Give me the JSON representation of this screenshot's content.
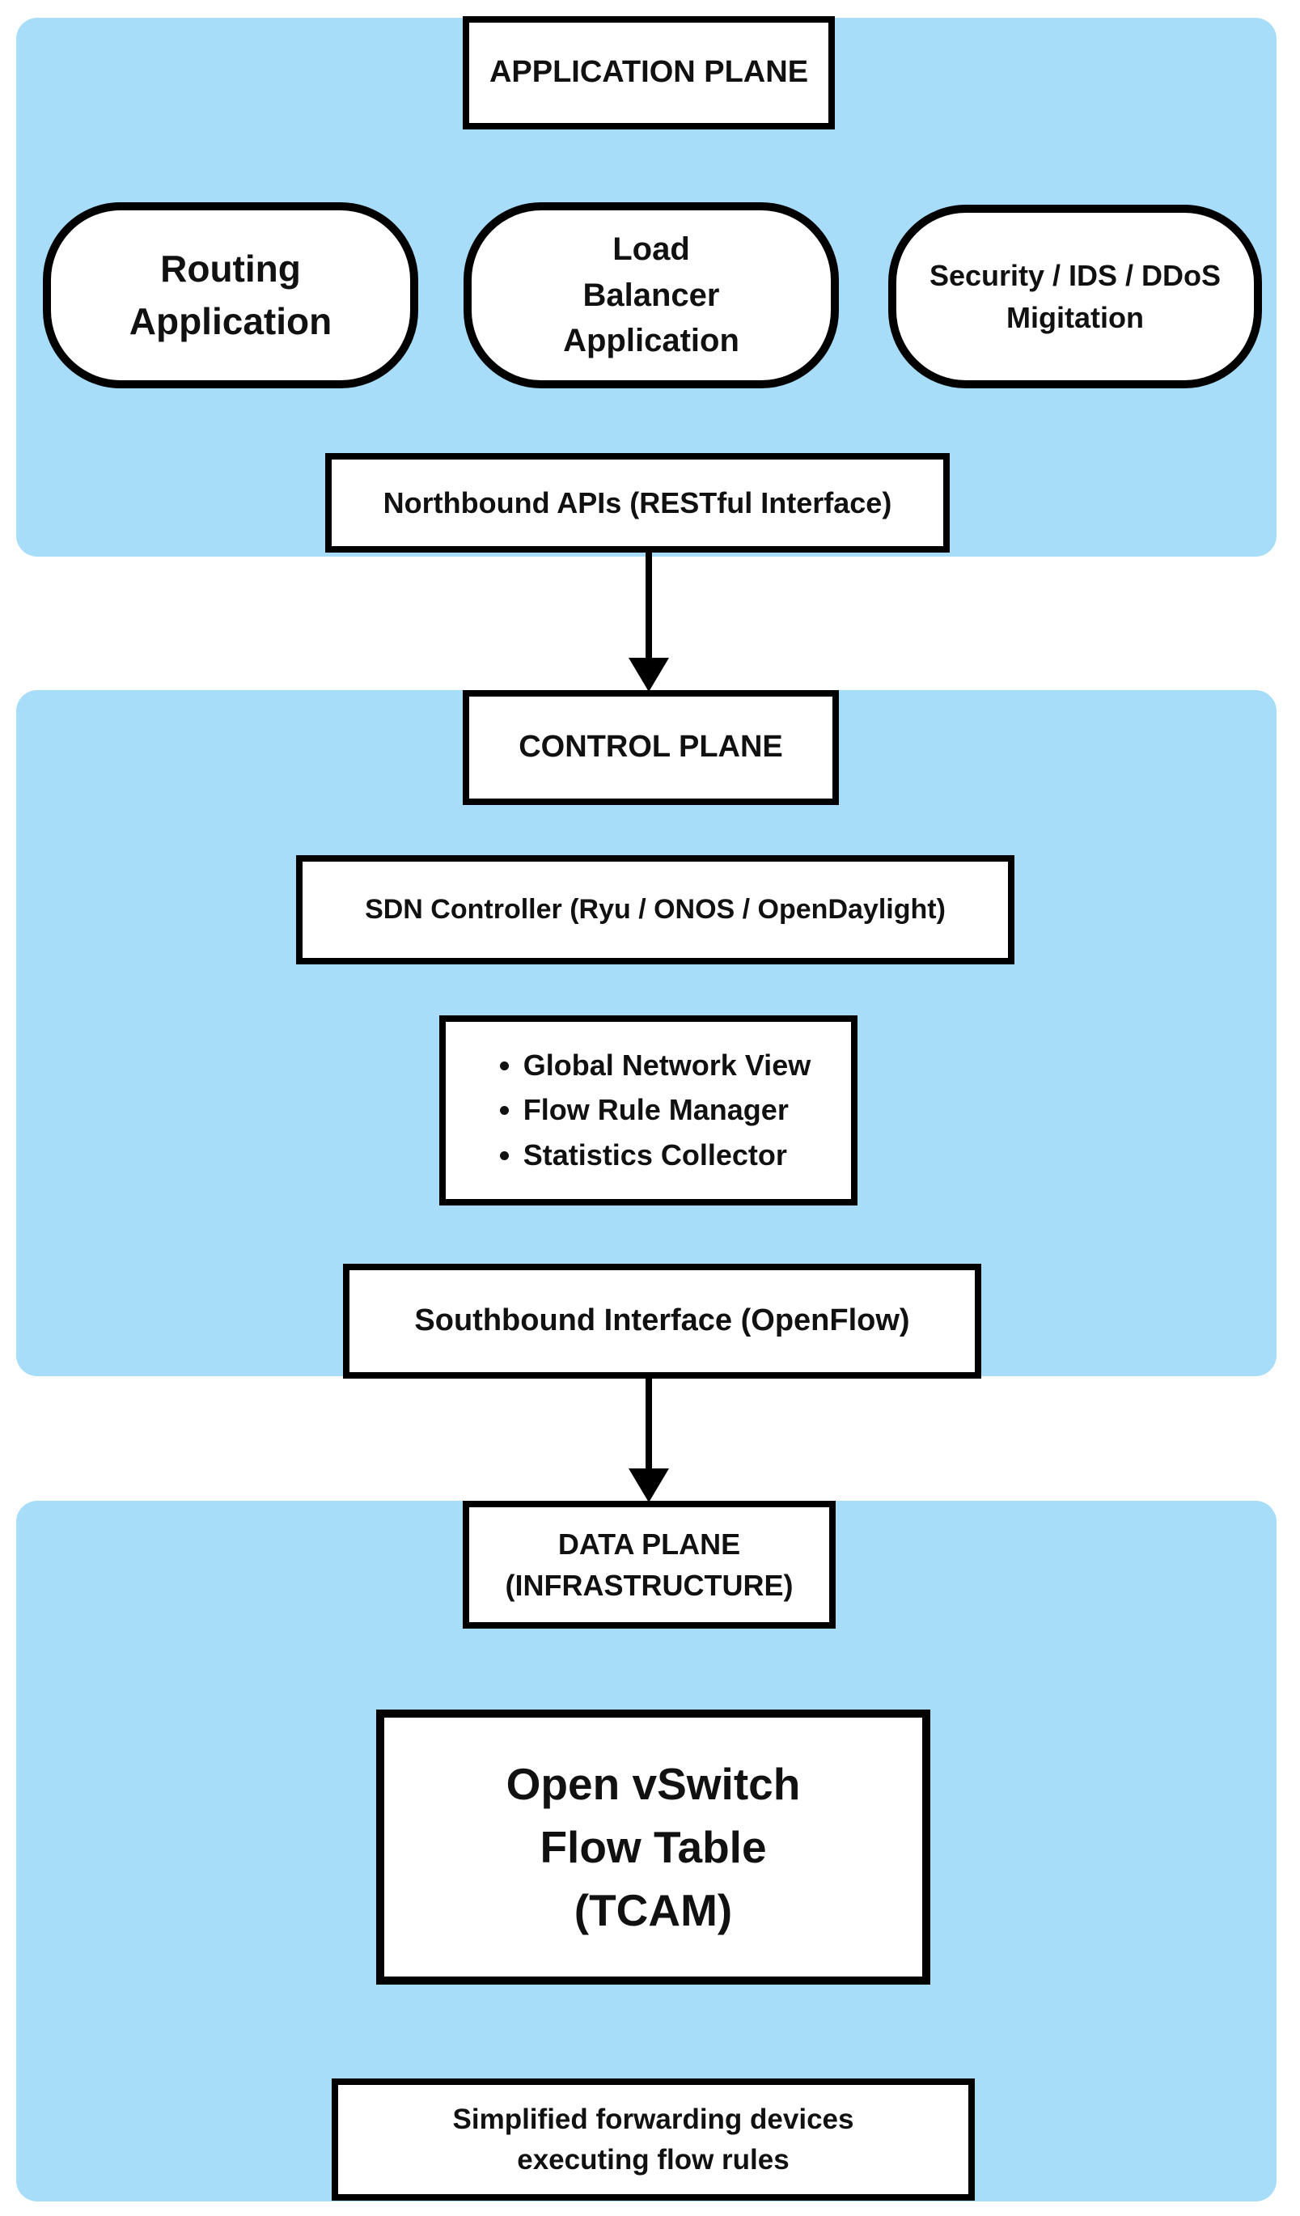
{
  "diagram": {
    "title": "SDN architecture layered diagram",
    "colors": {
      "panel_bg": "#A7DDF9",
      "box_bg": "#FFFFFF",
      "border": "#000000",
      "text": "#111111"
    },
    "planes": {
      "application": {
        "title": "APPLICATION PLANE",
        "apps": {
          "routing": "Routing\nApplication",
          "load_balancer": "Load\nBalancer\nApplication",
          "security": "Security / IDS / DDoS\nMigitation"
        },
        "api_box": "Northbound APIs (RESTful Interface)"
      },
      "control": {
        "title": "CONTROL PLANE",
        "controller": "SDN Controller (Ryu / ONOS / OpenDaylight)",
        "functions": [
          "Global Network View",
          "Flow Rule Manager",
          "Statistics Collector"
        ],
        "api_box": "Southbound Interface (OpenFlow)"
      },
      "data": {
        "title": "DATA PLANE\n(INFRASTRUCTURE)",
        "switch_box": "Open vSwitch\nFlow Table\n(TCAM)",
        "note_box": "Simplified forwarding devices\nexecuting flow rules"
      }
    }
  }
}
